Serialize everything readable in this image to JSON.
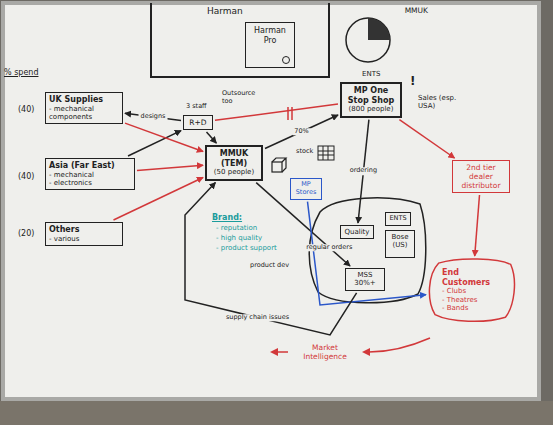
{
  "diagram": {
    "nodes": [
      {
        "text": [
          "Harman"
        ]
      },
      {
        "text": [
          "Harman Pro"
        ],
        "in": 0
      },
      {
        "text": [
          "UK Supplies",
          "- mechanical components"
        ]
      },
      {
        "text": [
          "Asia (Far East)",
          "- mechanical",
          "- electronics"
        ]
      },
      {
        "text": [
          "Others",
          "- various"
        ]
      },
      {
        "text": [
          "R+D"
        ]
      },
      {
        "text": [
          "MMUK (TEM)",
          "(50 people)"
        ]
      },
      {
        "text": [
          "MP One Stop Shop",
          "(800 people)"
        ]
      },
      {
        "text": [
          "MMUK"
        ]
      },
      {
        "text": [
          "2nd tier dealer distributor"
        ]
      },
      {
        "text": [
          "MP Stores"
        ]
      },
      {
        "text": [
          "Quality"
        ]
      },
      {
        "text": [
          "ENTS"
        ]
      },
      {
        "text": [
          "Bose (US)"
        ]
      },
      {
        "text": [
          "MSS 30%+"
        ]
      },
      {
        "text": [
          "End Customers",
          "- Clubs",
          "- Theatres",
          "- Bands"
        ]
      }
    ],
    "edges": [
      {
        "from": 5,
        "to": 2,
        "arrow": "to",
        "label": "designs"
      },
      {
        "from": 3,
        "to": 5,
        "arrow": "to"
      },
      {
        "from": 5,
        "to": 6,
        "arrow": "to"
      },
      {
        "from": 2,
        "to": 6,
        "arrow": "to"
      },
      {
        "from": 3,
        "to": 6,
        "arrow": "to"
      },
      {
        "from": 4,
        "to": 6,
        "arrow": "to"
      },
      {
        "from": 5,
        "to": 7,
        "arrow": "none"
      },
      {
        "from": 6,
        "to": 7,
        "arrow": "to",
        "label": "70%"
      },
      {
        "from": 7,
        "to": 9,
        "arrow": "to"
      },
      {
        "from": 9,
        "to": 15,
        "arrow": "to"
      },
      {
        "from": 7,
        "to": 11,
        "arrow": "to",
        "label": "ordering"
      },
      {
        "from": 6,
        "to": 14,
        "arrow": "to",
        "label": "regular orders"
      },
      {
        "from": 10,
        "to": 15,
        "arrow": "to"
      },
      {
        "from": 14,
        "to": 6,
        "arrow": "to",
        "label": "supply chain issues"
      }
    ],
    "labels": [
      "% spend",
      "(40)",
      "(40)",
      "(20)",
      "3 staff",
      "Outsource too",
      "Brand:",
      "- reputation",
      "- high quality",
      "- product support",
      "ENTS",
      "!",
      "Sales (esp. USA)",
      "stock",
      "product dev",
      "Market Intelligence"
    ]
  }
}
